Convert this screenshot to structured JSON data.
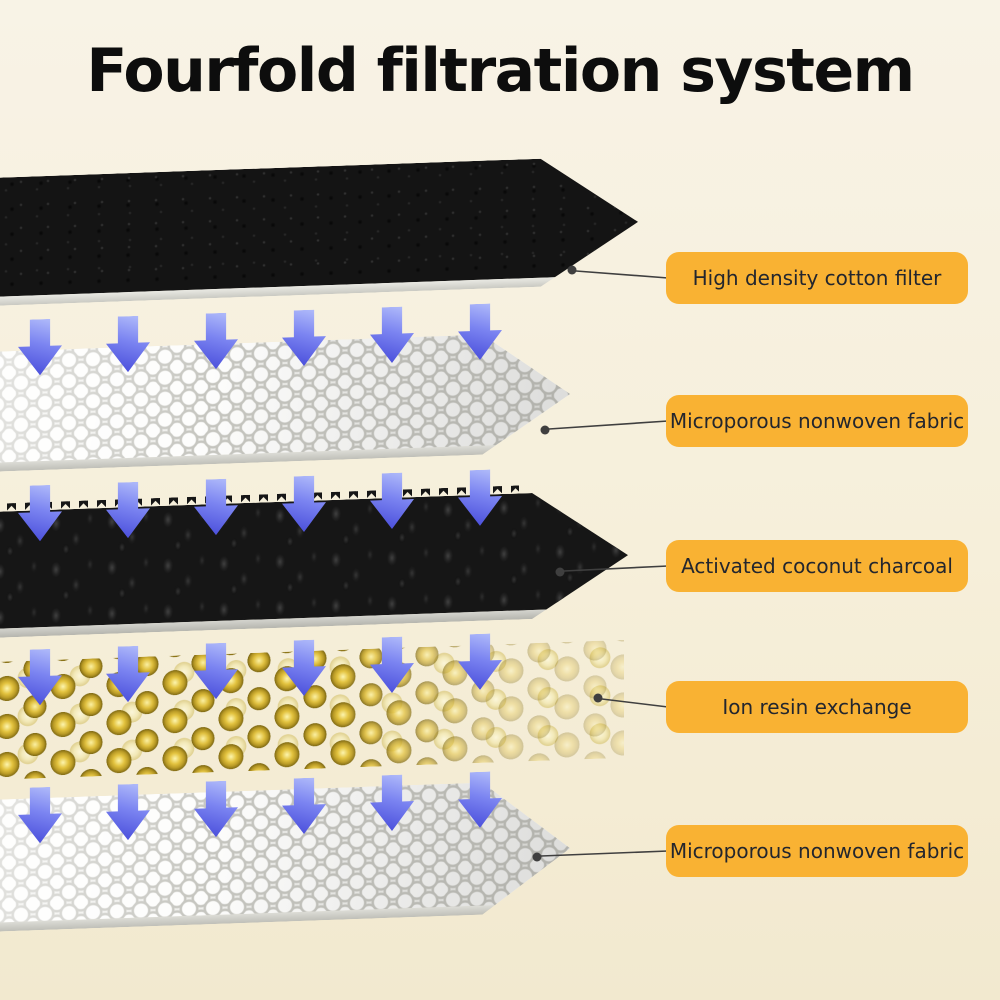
{
  "title": "Fourfold filtration system",
  "layers": [
    {
      "name": "high-density-cotton-filter",
      "label": "High density cotton filter",
      "material": "black high-density cotton filter sheet"
    },
    {
      "name": "microporous-nonwoven-fabric-top",
      "label": "Microporous nonwoven fabric",
      "material": "white bubble-textured nonwoven fabric sheet"
    },
    {
      "name": "activated-coconut-charcoal",
      "label": "Activated coconut charcoal",
      "material": "black charcoal pellet sheet with jagged top edge"
    },
    {
      "name": "ion-resin-exchange",
      "label": "Ion resin exchange",
      "material": "rows of gold ion-exchange resin beads"
    },
    {
      "name": "microporous-nonwoven-fabric-bottom",
      "label": "Microporous nonwoven fabric",
      "material": "white bubble-textured nonwoven fabric sheet"
    }
  ],
  "icons": [
    "down-arrow-icon"
  ],
  "colors": {
    "bg_top": "#f8f3e6",
    "bg_bottom": "#f2e9cf",
    "title_color": "#0d0d0d",
    "callout_bg": "#f9b233",
    "callout_text": "#23262e",
    "arrow_light": "#b6c1fb",
    "arrow_dark": "#4347d8",
    "bead_gold": "#e3c33f",
    "connector": "#3f3f3f"
  }
}
